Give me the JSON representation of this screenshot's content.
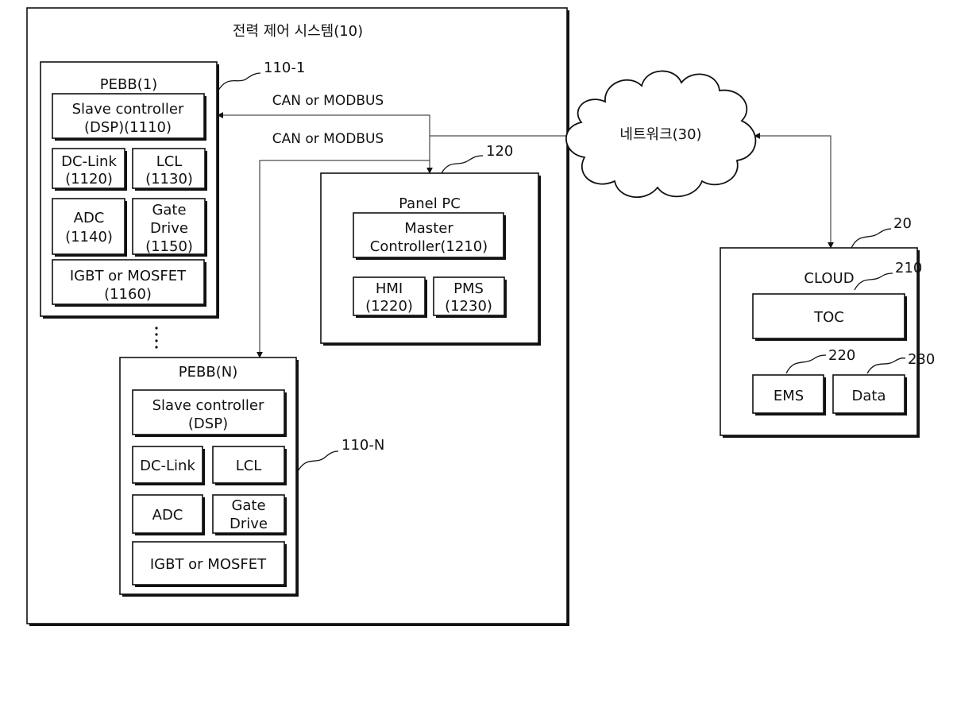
{
  "system": {
    "title": "전력 제어 시스템(10)"
  },
  "pebb1": {
    "title": "PEBB(1)",
    "ref": "110-1",
    "slave_line1": "Slave controller",
    "slave_line2": "(DSP)(1110)",
    "dclink_line1": "DC-Link",
    "dclink_line2": "(1120)",
    "lcl_line1": "LCL",
    "lcl_line2": "(1130)",
    "adc_line1": "ADC",
    "adc_line2": "(1140)",
    "gate_line1": "Gate",
    "gate_line2": "Drive",
    "gate_line3": "(1150)",
    "igbt_line1": "IGBT or MOSFET",
    "igbt_line2": "(1160)"
  },
  "ellipsis": "⋮",
  "pebbN": {
    "title": "PEBB(N)",
    "ref": "110-N",
    "slave_line1": "Slave controller",
    "slave_line2": "(DSP)",
    "dclink": "DC-Link",
    "lcl": "LCL",
    "adc": "ADC",
    "gate_line1": "Gate",
    "gate_line2": "Drive",
    "igbt": "IGBT or MOSFET"
  },
  "links": {
    "can_top": "CAN or MODBUS",
    "can_bottom": "CAN or MODBUS"
  },
  "panel": {
    "title": "Panel PC",
    "ref": "120",
    "master_line1": "Master",
    "master_line2": "Controller(1210)",
    "hmi_line1": "HMI",
    "hmi_line2": "(1220)",
    "pms_line1": "PMS",
    "pms_line2": "(1230)"
  },
  "network": {
    "label": "네트워크(30)"
  },
  "cloud_box": {
    "ref": "20",
    "title": "CLOUD",
    "toc_ref": "210",
    "toc": "TOC",
    "ems_ref": "220",
    "ems": "EMS",
    "data_ref": "230",
    "data": "Data"
  }
}
